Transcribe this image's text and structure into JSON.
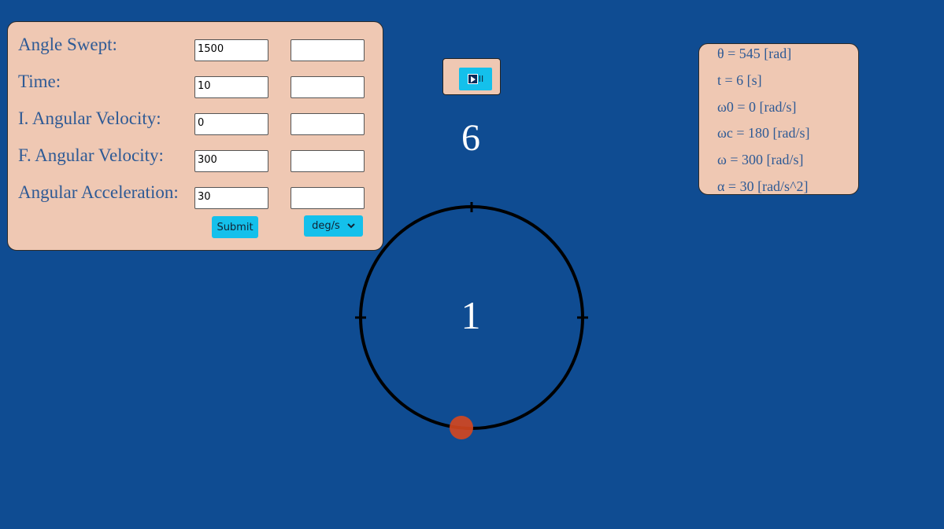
{
  "form": {
    "rows": [
      {
        "label": "Angle Swept:",
        "value": "1500",
        "result": ""
      },
      {
        "label": "Time:",
        "value": "10",
        "result": ""
      },
      {
        "label": "I. Angular Velocity:",
        "value": "0",
        "result": ""
      },
      {
        "label": "F. Angular Velocity:",
        "value": "300",
        "result": ""
      },
      {
        "label": "Angular Acceleration:",
        "value": "30",
        "result": ""
      }
    ],
    "submit_label": "Submit",
    "unit_selected": "deg/s"
  },
  "controls": {
    "play_pause_suffix": "II"
  },
  "display": {
    "timer": "6",
    "revolutions": "1"
  },
  "stats": [
    "θ = 545 [rad]",
    "t = 6 [s]",
    "ω0 = 0 [rad/s]",
    "ωc = 180 [rad/s]",
    "ω = 300 [rad/s]",
    "α = 30 [rad/s^2]"
  ],
  "colors": {
    "background": "#0f4c92",
    "panel": "#efc8b3",
    "label_text": "#2e5a95",
    "button": "#14c0eb",
    "ball": "#d6471f"
  }
}
